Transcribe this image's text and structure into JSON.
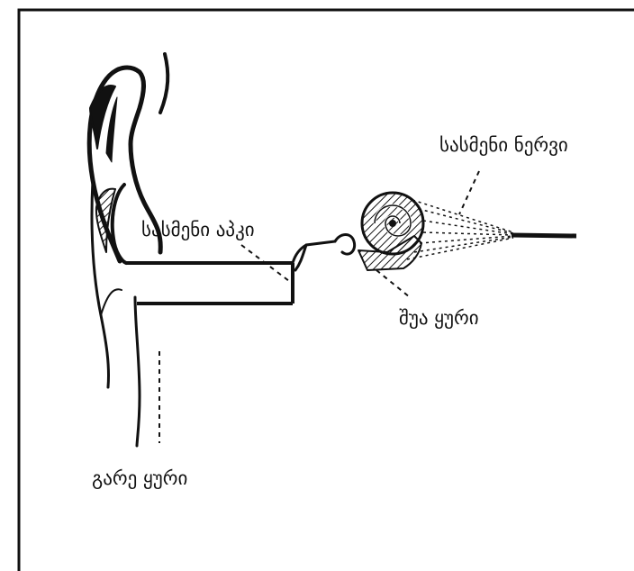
{
  "diagram": {
    "labels": {
      "auditory_nerve": "სასმენი ნერვი",
      "ear_canal": "სასმენი აპკი",
      "middle_ear": "შუა ყური",
      "outer_ear": "გარე ყური"
    }
  },
  "colors": {
    "ink": "#111111",
    "background": "#ffffff"
  }
}
